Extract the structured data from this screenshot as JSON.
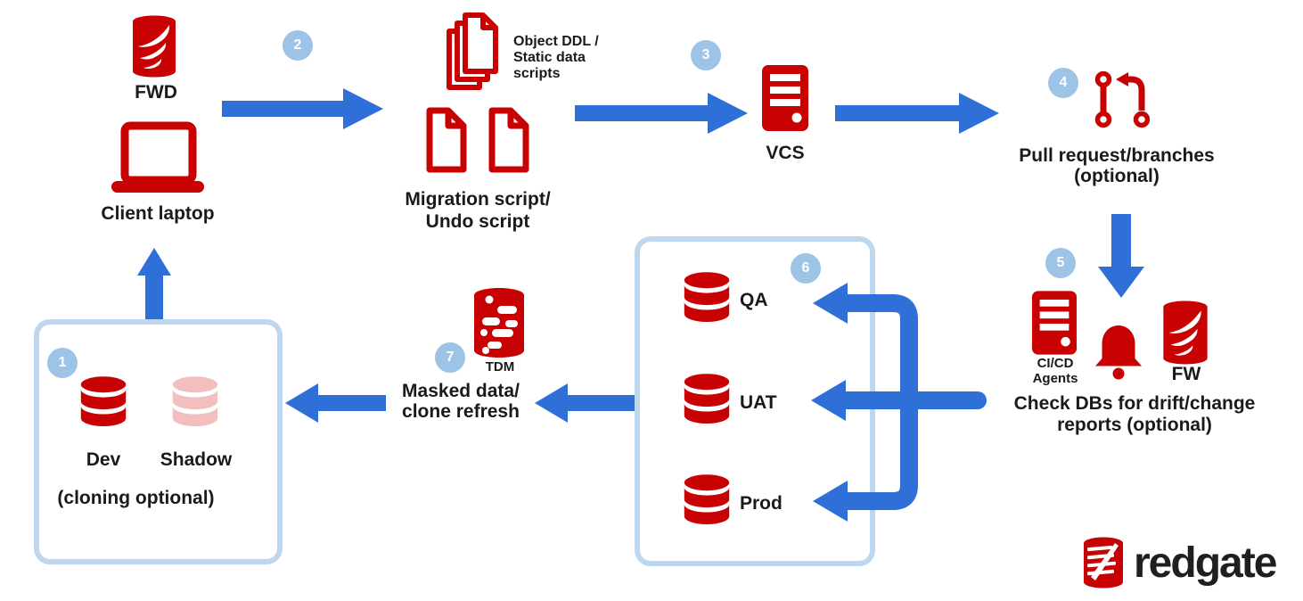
{
  "steps": {
    "1": "1",
    "2": "2",
    "3": "3",
    "4": "4",
    "5": "5",
    "6": "6",
    "7": "7"
  },
  "nodes": {
    "fwd": "FWD",
    "client_laptop": "Client laptop",
    "object_ddl": [
      "Object DDL /",
      "Static data",
      "scripts"
    ],
    "migration": [
      "Migration script/",
      "Undo script"
    ],
    "vcs": "VCS",
    "pull_request": [
      "Pull request/branches",
      "(optional)"
    ],
    "cicd": [
      "CI/CD",
      "Agents"
    ],
    "fw": "FW",
    "check_dbs": [
      "Check DBs for drift/change",
      "reports (optional)"
    ],
    "qa": "QA",
    "uat": "UAT",
    "prod": "Prod",
    "tdm": "TDM",
    "masked": [
      "Masked data/",
      "clone refresh"
    ],
    "dev": "Dev",
    "shadow": "Shadow",
    "cloning": "(cloning optional)"
  },
  "logo": {
    "text": "redgate"
  },
  "colors": {
    "brand_red": "#C80202",
    "shadow_pink": "#F2BEBE",
    "arrow_blue": "#2E6FD8",
    "badge_blue": "#9DC3E6",
    "box_border_blue": "#BDD7EE",
    "text_dark": "#1A1A1A"
  },
  "icons": {
    "flyway-database-icon": "red cylinder with white wing",
    "laptop-icon": "red outline laptop",
    "document-stack-icon": "three stacked script files",
    "document-icon": "script file",
    "server-icon": "red server with bars",
    "git-pull-request-icon": "branch/pull-request glyph",
    "bell-icon": "notification bell",
    "database-icon": "three-disc database cylinder",
    "masked-database-icon": "cylinder with masked data dots",
    "redgate-logo-icon": "striped red cylinder"
  }
}
